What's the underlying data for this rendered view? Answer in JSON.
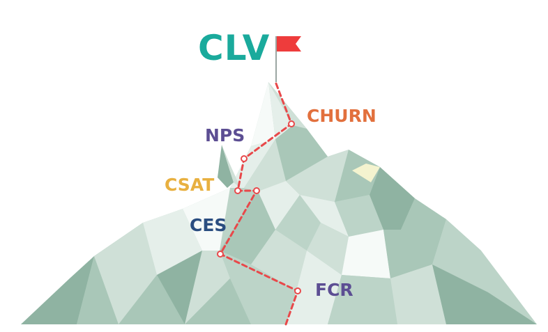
{
  "title": {
    "text": "CLV",
    "color": "#1aaa9c"
  },
  "flag": {
    "color": "#ee3c3c",
    "pole_color": "#9ba6a2"
  },
  "route": {
    "color": "#e8484a",
    "style": "dashed"
  },
  "milestones": [
    {
      "text": "CHURN",
      "color": "#e2703d"
    },
    {
      "text": "NPS",
      "color": "#5c4e93"
    },
    {
      "text": "CSAT",
      "color": "#e8b040"
    },
    {
      "text": "CES",
      "color": "#2a4d80"
    },
    {
      "text": "FCR",
      "color": "#5c4e93"
    }
  ],
  "mountain": {
    "palette": [
      "#a9c7b8",
      "#bcd4c8",
      "#cfe0d7",
      "#e5efea",
      "#f6faf8",
      "#8fb3a2"
    ],
    "highlight": "#f4f3cf"
  }
}
